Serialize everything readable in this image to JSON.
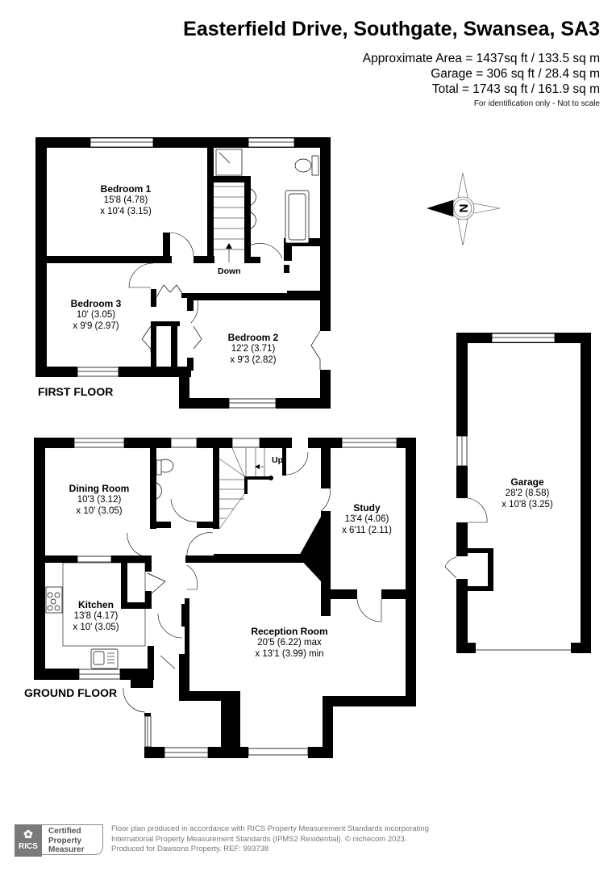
{
  "header": {
    "title": "Easterfield Drive, Southgate, Swansea, SA3",
    "areas": [
      "Approximate Area = 1437sq ft / 133.5 sq m",
      "Garage = 306 sq ft / 28.4 sq m",
      "Total = 1743 sq ft / 161.9 sq m"
    ],
    "disclaimer": "For identification only - Not to scale"
  },
  "compass": {
    "icon": "compass-north-arrow-icon",
    "label": "N",
    "direction": "west-pointing"
  },
  "first_floor": {
    "label": "FIRST FLOOR",
    "stairs_label": "Down",
    "rooms": [
      {
        "name": "Bedroom 1",
        "dim1": "15'8 (4.78)",
        "dim2": "x 10'4 (3.15)"
      },
      {
        "name": "Bedroom 3",
        "dim1": "10' (3.05)",
        "dim2": "x 9'9 (2.97)"
      },
      {
        "name": "Bedroom 2",
        "dim1": "12'2 (3.71)",
        "dim2": "x 9'3 (2.82)"
      }
    ]
  },
  "ground_floor": {
    "label": "GROUND FLOOR",
    "stairs_label": "Up",
    "rooms": [
      {
        "name": "Dining Room",
        "dim1": "10'3 (3.12)",
        "dim2": "x 10' (3.05)"
      },
      {
        "name": "Study",
        "dim1": "13'4 (4.06)",
        "dim2": "x 6'11 (2.11)"
      },
      {
        "name": "Kitchen",
        "dim1": "13'8 (4.17)",
        "dim2": "x 10' (3.05)"
      },
      {
        "name": "Reception Room",
        "dim1": "20'5 (6.22) max",
        "dim2": "x 13'1 (3.99) min"
      }
    ]
  },
  "garage": {
    "name": "Garage",
    "dim1": "28'2 (8.58)",
    "dim2": "x 10'8 (3.25)"
  },
  "footer": {
    "rics_logo": "RICS",
    "certified": [
      "Certified",
      "Property",
      "Measurer"
    ],
    "lines": [
      "Floor plan produced in accordance with RICS Property Measurement Standards incorporating",
      "International Property Measurement Standards (IPMS2 Residential).   © nichecom 2023.",
      "Produced for Dawsons Property.   REF:  993738"
    ]
  }
}
